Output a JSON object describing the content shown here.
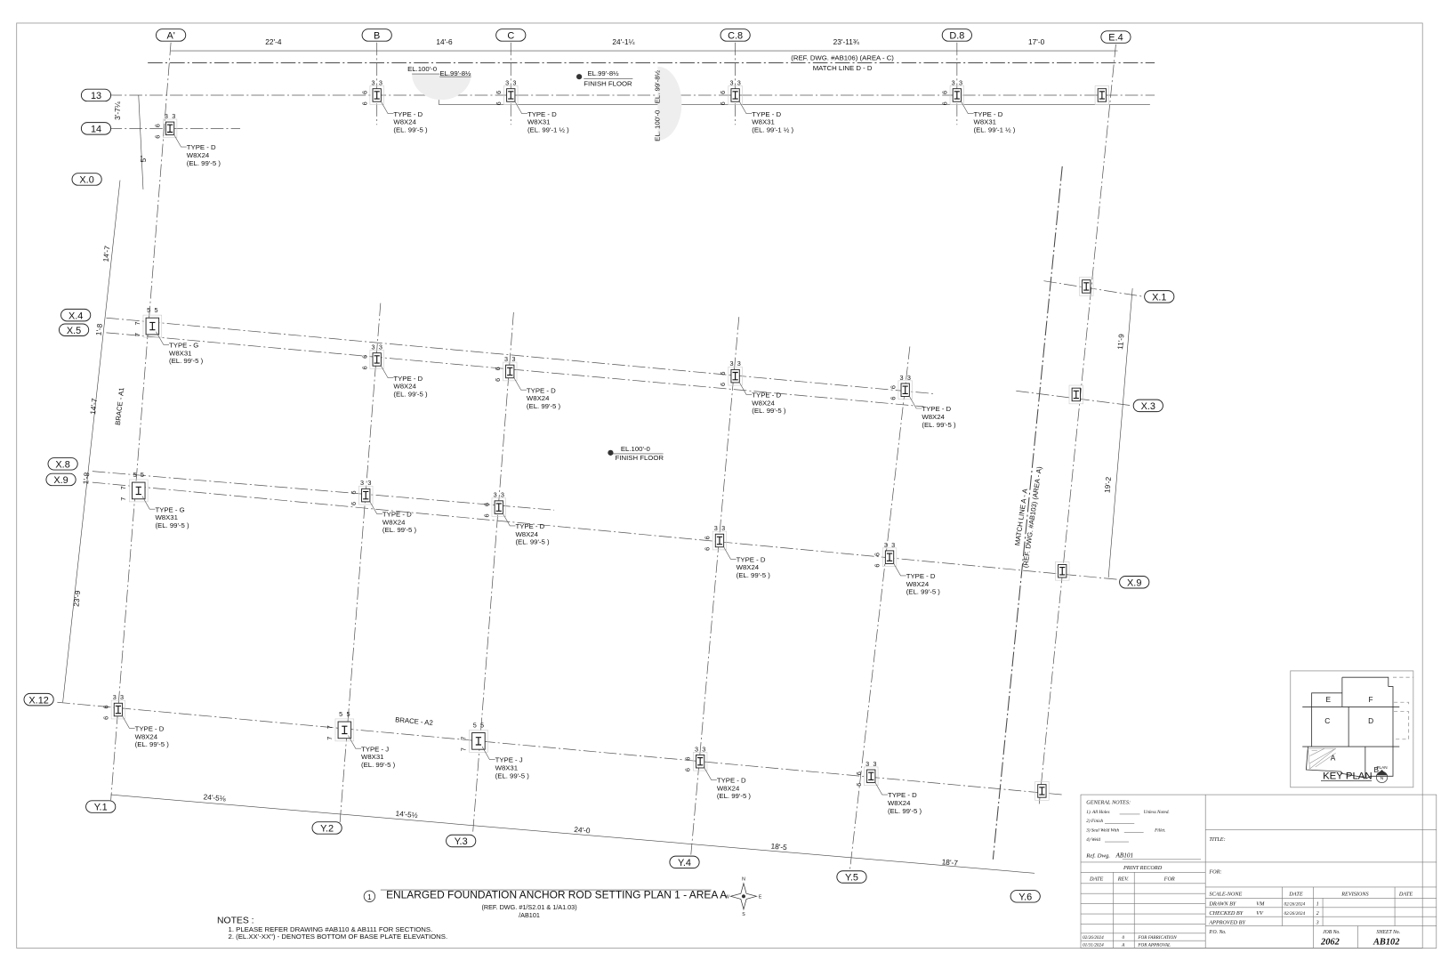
{
  "column_grid": [
    "A'",
    "B",
    "C",
    "C.8",
    "D.8",
    "E.4"
  ],
  "row_grid_left": [
    "13",
    "14",
    "X.0",
    "X.4",
    "X.5",
    "X.8",
    "X.9",
    "X.12"
  ],
  "row_grid_right": [
    "X.1",
    "X.3",
    "X.9"
  ],
  "y_grid": [
    "Y.1",
    "Y.2",
    "Y.3",
    "Y.4",
    "Y.5",
    "Y.6"
  ],
  "top_dimensions": [
    "22'-4",
    "14'-6",
    "24'-1¼",
    "23'-11¾",
    "17'-0"
  ],
  "left_dimensions": [
    "3'-7¼",
    "5\"",
    "14'-7",
    "1'-8",
    "14'-7",
    "1'-8",
    "23'-9"
  ],
  "right_dimensions": [
    "11'-9",
    "19'-2"
  ],
  "bottom_dimensions": [
    "24'-5⅛",
    "14'-5½",
    "24'-0",
    "18'-5",
    "18'-7"
  ],
  "match_line_top": {
    "ref": "(REF. DWG. #AB106) (AREA - C)",
    "label": "MATCH LINE D - D"
  },
  "match_line_right": {
    "label": "MATCH LINE A - A",
    "ref": "(REF. DWG. #AB103) (AREA - A)"
  },
  "elevation_notes": {
    "el_100_top": "EL.100'-0",
    "el_998_top": "EL.99'-8½",
    "el_998_finish": "EL.99'-8½",
    "finish_floor_top": "FINISH FLOOR",
    "vertical_998": "EL. 99'-8½",
    "vertical_100": "EL. 100'-0",
    "el_100_center": "EL.100'-0",
    "finish_floor_center": "FINISH FLOOR"
  },
  "braces": [
    "BRACE - A1",
    "BRACE - A2"
  ],
  "plate_dims": {
    "a": "3",
    "b": "6",
    "c": "5",
    "d": "7"
  },
  "footings": [
    {
      "type": "TYPE - D",
      "section": "W8X24",
      "elevation": "(EL. 99'-5 )"
    },
    {
      "type": "TYPE - D",
      "section": "W8X24",
      "elevation": "(EL. 99'-5 )"
    },
    {
      "type": "TYPE - D",
      "section": "W8X31",
      "elevation": "(EL. 99'-1 ½ )"
    },
    {
      "type": "TYPE - D",
      "section": "W8X31",
      "elevation": "(EL. 99'-1 ½ )"
    },
    {
      "type": "TYPE - D",
      "section": "W8X31",
      "elevation": "(EL. 99'-1 ½ )"
    },
    {
      "type": "TYPE - G",
      "section": "W8X31",
      "elevation": "(EL. 99'-5 )"
    },
    {
      "type": "TYPE - D",
      "section": "W8X24",
      "elevation": "(EL. 99'-5 )"
    },
    {
      "type": "TYPE - D",
      "section": "W8X24",
      "elevation": "(EL. 99'-5 )"
    },
    {
      "type": "TYPE - D",
      "section": "W8X24",
      "elevation": "(EL. 99'-5 )"
    },
    {
      "type": "TYPE - D",
      "section": "W8X24",
      "elevation": "(EL. 99'-5 )"
    },
    {
      "type": "TYPE - G",
      "section": "W8X31",
      "elevation": "(EL. 99'-5 )"
    },
    {
      "type": "TYPE - D",
      "section": "W8X24",
      "elevation": "(EL. 99'-5 )"
    },
    {
      "type": "TYPE - D",
      "section": "W8X24",
      "elevation": "(EL. 99'-5 )"
    },
    {
      "type": "TYPE - D",
      "section": "W8X24",
      "elevation": "(EL. 99'-5 )"
    },
    {
      "type": "TYPE - D",
      "section": "W8X24",
      "elevation": "(EL. 99'-5 )"
    },
    {
      "type": "TYPE - D",
      "section": "W8X24",
      "elevation": "(EL. 99'-5 )"
    },
    {
      "type": "TYPE - J",
      "section": "W8X31",
      "elevation": "(EL. 99'-5 )"
    },
    {
      "type": "TYPE - J",
      "section": "W8X31",
      "elevation": "(EL. 99'-5 )"
    },
    {
      "type": "TYPE - D",
      "section": "W8X24",
      "elevation": "(EL. 99'-5 )"
    },
    {
      "type": "TYPE - D",
      "section": "W8X24",
      "elevation": "(EL. 99'-5 )"
    }
  ],
  "drawing_title": {
    "number": "1",
    "title": "ENLARGED FOUNDATION ANCHOR ROD SETTING PLAN 1 - AREA A",
    "ref": "(REF. DWG. #1/S2.01 & 1/A1.03)",
    "ref2": "/AB101"
  },
  "compass": {
    "n": "N",
    "s": "S",
    "e": "E",
    "w": "W"
  },
  "notes": {
    "heading": "NOTES :",
    "items": [
      "1. PLEASE REFER DRAWING #AB110 & AB111 FOR SECTIONS.",
      "2. (EL.XX'-XX\") - DENOTES BOTTOM OF BASE PLATE ELEVATIONS."
    ]
  },
  "key_plan": {
    "title": "KEY PLAN",
    "plan_label": "PLAN",
    "north": "N",
    "areas": [
      "A",
      "B",
      "C",
      "D",
      "E",
      "F"
    ],
    "highlighted_area": "A"
  },
  "title_block": {
    "general_notes": {
      "heading": "GENERAL NOTES:",
      "line1": "1). All Holes",
      "line1_suffix": "Unless Noted.",
      "line2": "2) Finish",
      "line3": "3) Seal Weld With",
      "line3_suffix": "Fillet.",
      "line4": "4) Weld"
    },
    "ref_dwg_label": "Ref. Dwg.",
    "ref_dwg_value": "AB101",
    "print_record": {
      "heading": "PRINT RECORD",
      "columns": [
        "DATE",
        "REV.",
        "FOR"
      ],
      "rows": [
        [
          "02/26/2024",
          "0",
          "FOR FABRICATION"
        ],
        [
          "01/31/2024",
          "A",
          "FOR APPROVAL"
        ]
      ]
    },
    "title_label": "TITLE:",
    "for_label": "FOR:",
    "scale": "SCALE-NONE",
    "date_header": "DATE",
    "revisions_header": "REVISIONS",
    "rev_date_header": "DATE",
    "drawn_by_label": "DRAWN BY",
    "drawn_by": "VM",
    "drawn_date": "02/26/2024",
    "checked_by_label": "CHECKED BY",
    "checked_by": "VV",
    "checked_date": "02/26/2024",
    "approved_by_label": "APPROVED BY",
    "revision_numbers": [
      "1",
      "2",
      "3"
    ],
    "po_label": "P.O. No.",
    "job_label": "JOB No.",
    "job_no": "2062",
    "sheet_label": "SHEET No.",
    "sheet_no": "AB102"
  }
}
